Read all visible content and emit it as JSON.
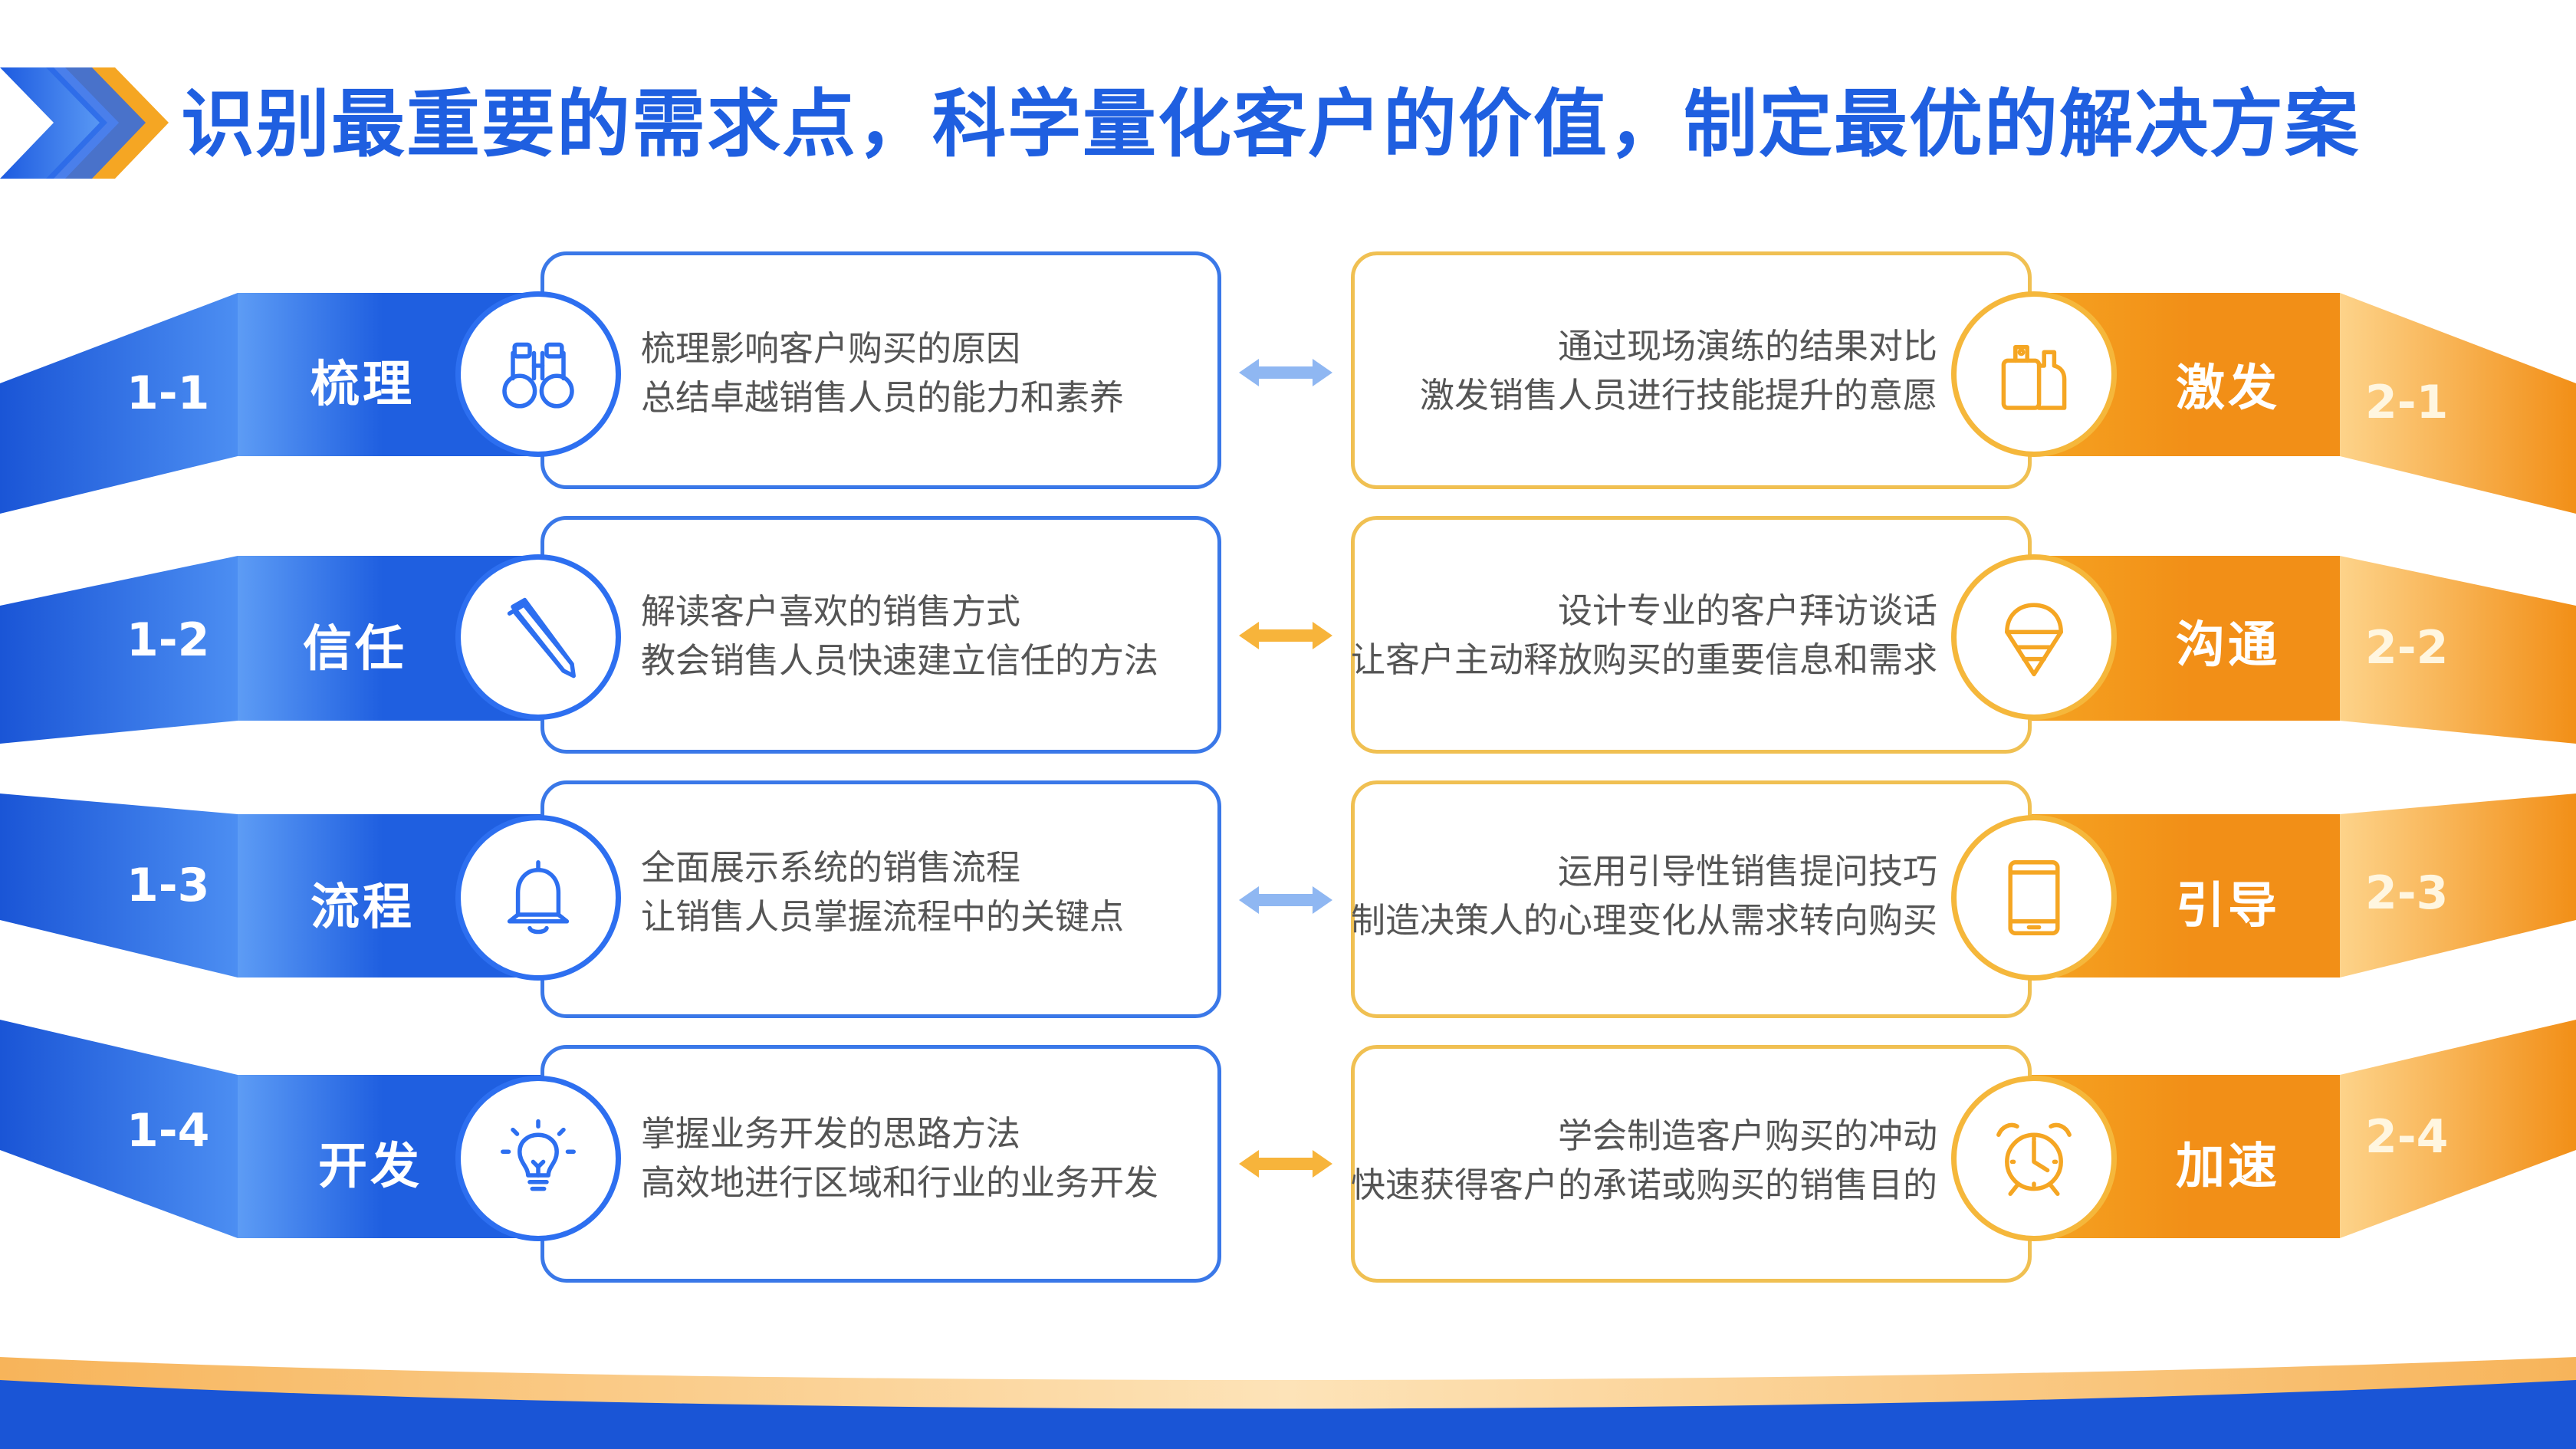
{
  "title": "识别最重要的需求点，科学量化客户的价值，制定最优的解决方案",
  "colors": {
    "blue": "#1f5fe0",
    "blue_light": "#5c9bf5",
    "orange": "#f28f17",
    "orange_light": "#fdd38a"
  },
  "left_items": [
    {
      "number": "1-1",
      "label": "梳理",
      "icon": "binoculars-icon",
      "lines": [
        "梳理影响客户购买的原因",
        "总结卓越销售人员的能力和素养"
      ]
    },
    {
      "number": "1-2",
      "label": "信任",
      "icon": "pencil-icon",
      "lines": [
        "解读客户喜欢的销售方式",
        "教会销售人员快速建立信任的方法"
      ]
    },
    {
      "number": "1-3",
      "label": "流程",
      "icon": "bell-icon",
      "lines": [
        "全面展示系统的销售流程",
        "让销售人员掌握流程中的关键点"
      ]
    },
    {
      "number": "1-4",
      "label": "开发",
      "icon": "lightbulb-icon",
      "lines": [
        "掌握业务开发的思路方法",
        "高效地进行区域和行业的业务开发"
      ]
    }
  ],
  "right_items": [
    {
      "number": "2-1",
      "label": "激发",
      "icon": "cutting-boards-icon",
      "lines": [
        "通过现场演练的结果对比",
        "激发销售人员进行技能提升的意愿"
      ]
    },
    {
      "number": "2-2",
      "label": "沟通",
      "icon": "ice-cream-cone-icon",
      "lines": [
        "设计专业的客户拜访谈话",
        "让客户主动释放购买的重要信息和需求"
      ]
    },
    {
      "number": "2-3",
      "label": "引导",
      "icon": "tablet-icon",
      "lines": [
        "运用引导性销售提问技巧",
        "制造决策人的心理变化从需求转向购买"
      ]
    },
    {
      "number": "2-4",
      "label": "加速",
      "icon": "alarm-clock-icon",
      "lines": [
        "学会制造客户购买的冲动",
        "快速获得客户的承诺或购买的销售目的"
      ]
    }
  ]
}
